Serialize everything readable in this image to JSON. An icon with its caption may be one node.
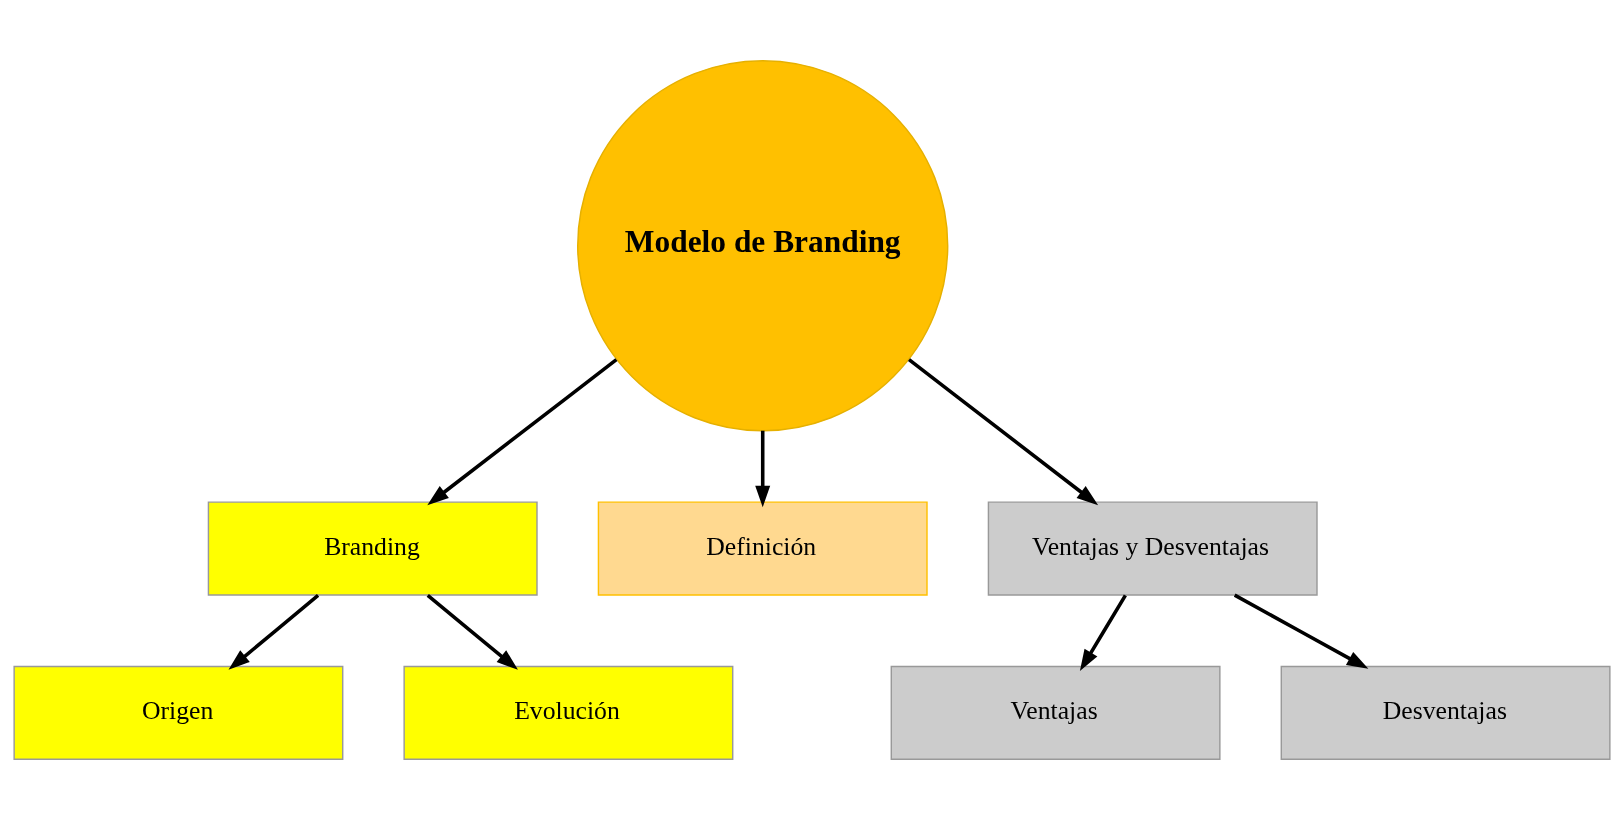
{
  "diagram": {
    "nodes": [
      {
        "text": [
          "Modelo de Branding"
        ]
      },
      {
        "text": [
          "Branding"
        ]
      },
      {
        "text": [
          "Definición"
        ]
      },
      {
        "text": [
          "Ventajas y Desventajas"
        ]
      },
      {
        "text": [
          "Origen"
        ]
      },
      {
        "text": [
          "Evolución"
        ]
      },
      {
        "text": [
          "Ventajas"
        ]
      },
      {
        "text": [
          "Desventajas"
        ]
      }
    ],
    "edges": [
      {
        "from": 0,
        "to": 1,
        "arrow": "to"
      },
      {
        "from": 0,
        "to": 2,
        "arrow": "to"
      },
      {
        "from": 0,
        "to": 3,
        "arrow": "to"
      },
      {
        "from": 1,
        "to": 4,
        "arrow": "to"
      },
      {
        "from": 1,
        "to": 5,
        "arrow": "to"
      },
      {
        "from": 3,
        "to": 6,
        "arrow": "to"
      },
      {
        "from": 3,
        "to": 7,
        "arrow": "to"
      }
    ]
  }
}
